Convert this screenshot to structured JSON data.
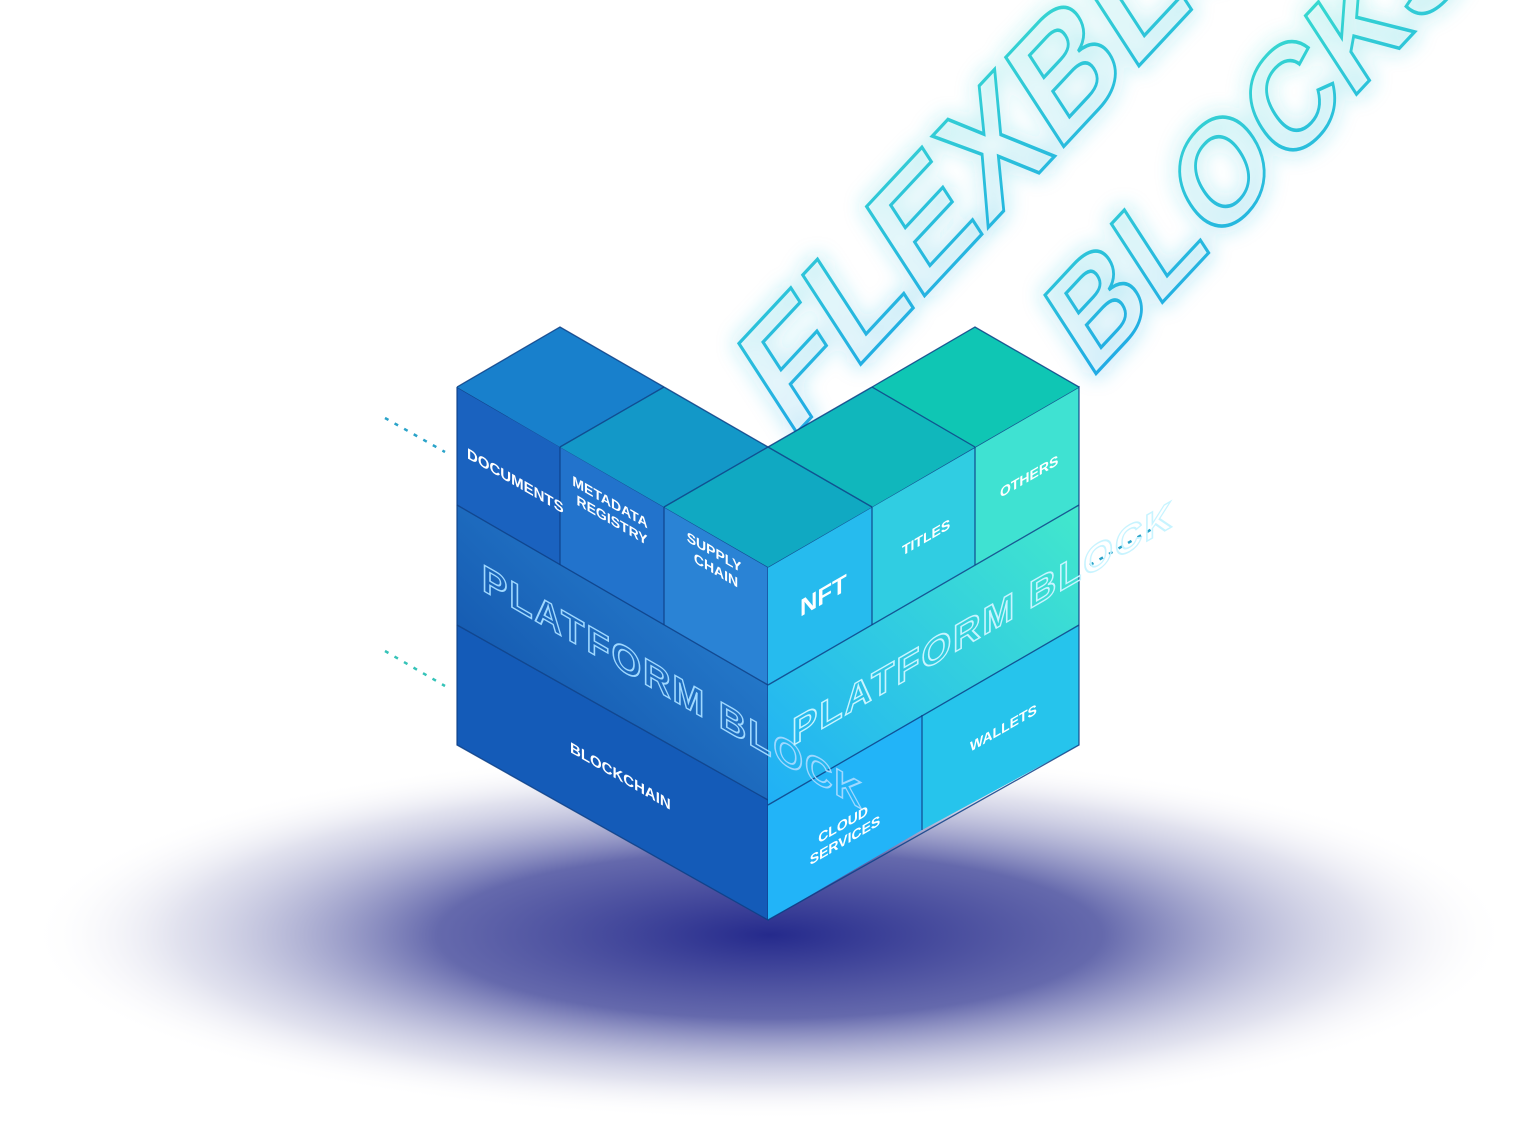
{
  "headline": {
    "line1": "FLEXBLOK",
    "line2": "BLOCKS"
  },
  "blocks": {
    "documents": [
      "DOCUMENTS"
    ],
    "metadata_registry": [
      "METADATA",
      "REGISTRY"
    ],
    "supply_chain": [
      "SUPPLY",
      "CHAIN"
    ],
    "nft": [
      "NFT"
    ],
    "titles": [
      "TITLES"
    ],
    "others": [
      "OTHERS"
    ],
    "platform_block_left": "PLATFORM BLOCK",
    "platform_block_right": "PLATFORM BLOCK",
    "blockchain": [
      "BLOCKCHAIN"
    ],
    "cloud_services": [
      "CLOUD",
      "SERVICES"
    ],
    "wallets": [
      "WALLETS"
    ]
  },
  "colors": {
    "left_face_dark": "#0f4fa8",
    "left_face_light": "#2a86d6",
    "right_face_blue": "#1fa8f0",
    "right_face_teal": "#3de6cf",
    "top_face_blue": "#1480c8",
    "top_face_teal": "#12c6b4",
    "outline_text": "#12c8e6",
    "shadow": "#2a2f8f",
    "dash_blue": "#1a7fc4",
    "dash_green": "#3fe0b0"
  }
}
